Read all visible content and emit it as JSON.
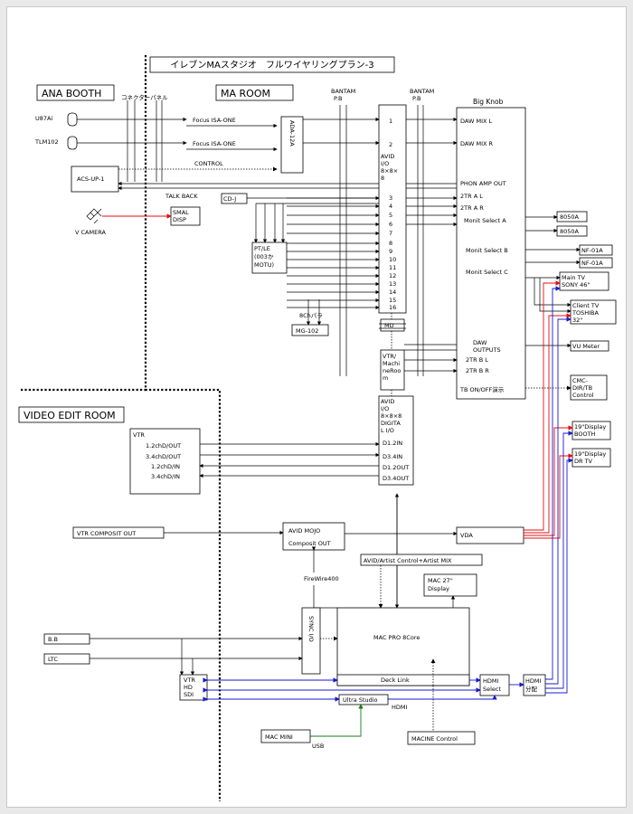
{
  "title": "イレブンMAスタジオ　フルワイヤリングプラン-3",
  "rooms": {
    "ana_booth": "ANA BOOTH",
    "ma_room": "MA ROOM",
    "video_edit_room": "VIDEO EDIT ROOM",
    "connector_panel": "コネクターパネル"
  },
  "mics": [
    "U87Ai",
    "TLM102"
  ],
  "preamps": [
    "Focus ISA-ONE",
    "Focus ISA-ONE"
  ],
  "labels": {
    "control": "CONTROL",
    "talk_back": "TALK BACK",
    "bantam_1": "BANTAM",
    "bantam_1b": "P.B",
    "bantam_2": "BANTAM",
    "bantam_2b": "P.B",
    "big_knob": "Big Knob",
    "ada": "ADA-12A",
    "v_camera": "V CAMERA",
    "bch": "8Chパラ",
    "firewire": "FireWire400",
    "hdmi": "HDMI",
    "usb": "USB"
  },
  "boxes": {
    "acs": "ACS-UP-1",
    "small_disp": [
      "SMAL",
      "DISP"
    ],
    "cdj": "CD-J",
    "ptle": [
      "PT/LE",
      "(003か",
      "MOTU)"
    ],
    "mg102": "MG-102",
    "avid_io_1": [
      "AVID",
      "I/O",
      "8×8×",
      "8"
    ],
    "md": "MD",
    "vtr_machine": [
      "VTR/",
      "Machi",
      "neRoo",
      "m"
    ],
    "avid_io_2": [
      "AVID",
      "I/O",
      "8×8×8",
      "DIGITA",
      "L I/O"
    ],
    "avid_io_2_ports": [
      "D1.2IN",
      "D3.4IN",
      "D1.2OUT",
      "D3.4OUT"
    ],
    "vtr": "VTR",
    "vtr_ports": [
      "1.2chD/OUT",
      "3.4chD/OUT",
      "1.2chD/IN",
      "3.4chD/IN"
    ],
    "vtr_composit": "VTR COMPOSIT OUT",
    "avid_mojo": [
      "AVID MOJO",
      "Composit OUT"
    ],
    "vda": "VDA",
    "artist": "AVID/Artist Control+Artist MIX",
    "mac27": [
      "MAC 27\"",
      "Display"
    ],
    "sync_io": "SYNC I/O",
    "mac_pro": "MAC PRO 8Core",
    "deck_link": "Deck Link",
    "bb": "B.B",
    "ltc": "LTC",
    "vtr_hd": [
      "VTR",
      "HD",
      "SDI"
    ],
    "hdmi_select": [
      "HDMI",
      "Select"
    ],
    "hdmi_dist": [
      "HDMI",
      "分配"
    ],
    "ultra_studio": "Ultra Studio",
    "mac_mini": "MAC MINI",
    "macine_control": "MACINE Control"
  },
  "channels": [
    "1",
    "2",
    "3",
    "4",
    "5",
    "6",
    "7",
    "8",
    "9",
    "10",
    "11",
    "12",
    "13",
    "14",
    "15",
    "16"
  ],
  "big_knob_ports": {
    "daw_mix_l": "DAW MIX L",
    "daw_mix_r": "DAW MIX R",
    "phon_amp": "PHON AMP OUT",
    "tr_a_l": "2TR A L",
    "tr_a_r": "2TR A R",
    "monit_a": "Monit Select A",
    "monit_b": "Monit Select B",
    "monit_c": "Monit Select C",
    "daw_outputs": [
      "DAW",
      "OUTPUTS"
    ],
    "tr_b_l": "2TR B L",
    "tr_b_r": "2TR B R",
    "tb_onoff": "TB ON/OFF演示"
  },
  "outputs": {
    "s8050a_1": "8050A",
    "s8050a_2": "8050A",
    "nf01a_1": "NF-01A",
    "nf01a_2": "NF-01A",
    "main_tv": [
      "Main TV",
      "SONY 46\""
    ],
    "client_tv": [
      "Client TV",
      "TOSHIBA",
      "32\""
    ],
    "vu_meter": "VU Meter",
    "cmc": [
      "CMC-",
      "DIR/TB",
      "Control"
    ],
    "display_booth": [
      "19\"Display",
      "BOOTH"
    ],
    "display_drtv": [
      "19\"Display",
      "DR TV"
    ]
  },
  "colors": {
    "red": "#e01010",
    "blue": "#1a1acc",
    "green": "#1a7a1a"
  }
}
